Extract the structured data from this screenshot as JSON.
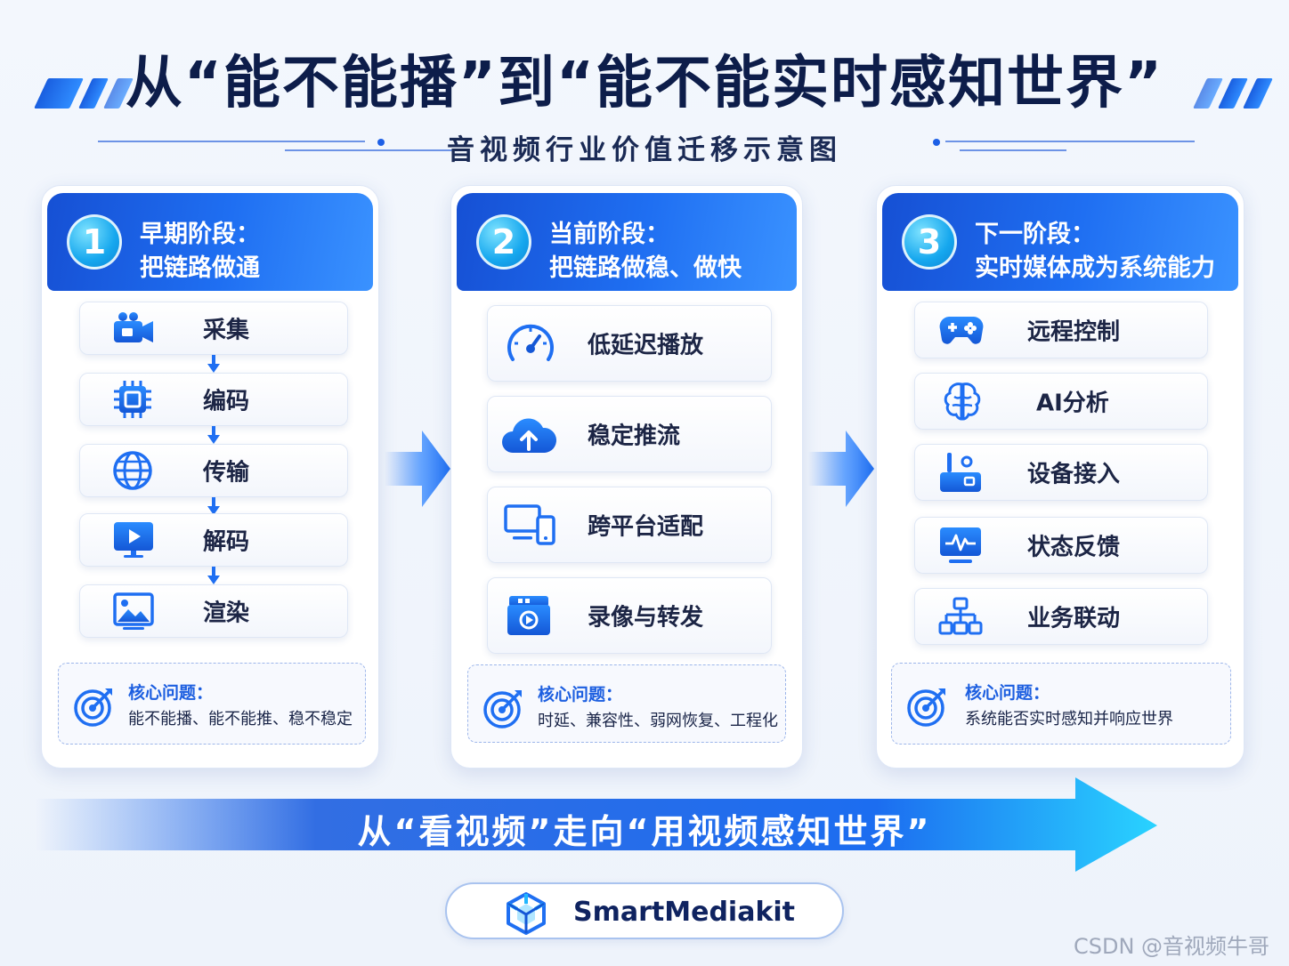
{
  "header": {
    "title": "从“能不能播”到“能不能实时感知世界”",
    "subtitle": "音视频行业价值迁移示意图"
  },
  "stages": [
    {
      "number": "1",
      "title_line1": "早期阶段：",
      "title_line2": "把链路做通",
      "items": [
        "采集",
        "编码",
        "传输",
        "解码",
        "渲染"
      ],
      "icons": [
        "video-camera-icon",
        "chip-icon",
        "globe-icon",
        "monitor-play-icon",
        "image-icon"
      ],
      "core_title": "核心问题：",
      "core_text": "能不能播、能不能推、稳不稳定"
    },
    {
      "number": "2",
      "title_line1": "当前阶段：",
      "title_line2": "把链路做稳、做快",
      "items": [
        "低延迟播放",
        "稳定推流",
        "跨平台适配",
        "录像与转发"
      ],
      "icons": [
        "speedometer-icon",
        "cloud-upload-icon",
        "devices-icon",
        "video-folder-icon"
      ],
      "core_title": "核心问题：",
      "core_text": "时延、兼容性、弱网恢复、工程化"
    },
    {
      "number": "3",
      "title_line1": "下一阶段：",
      "title_line2": "实时媒体成为系统能力",
      "items": [
        "远程控制",
        "AI分析",
        "设备接入",
        "状态反馈",
        "业务联动"
      ],
      "icons": [
        "gamepad-icon",
        "brain-icon",
        "device-router-icon",
        "pulse-monitor-icon",
        "org-chart-icon"
      ],
      "core_title": "核心问题：",
      "core_text": "系统能否实时感知并响应世界"
    }
  ],
  "banner": {
    "text": "从“看视频”走向“用视频感知世界”"
  },
  "brand": {
    "name": "SmartMediakit"
  },
  "watermark": "CSDN @音视频牛哥",
  "colors": {
    "primary": "#1f6ff2",
    "dark_text": "#0d1d4a",
    "accent_cyan": "#1fd3ff"
  }
}
